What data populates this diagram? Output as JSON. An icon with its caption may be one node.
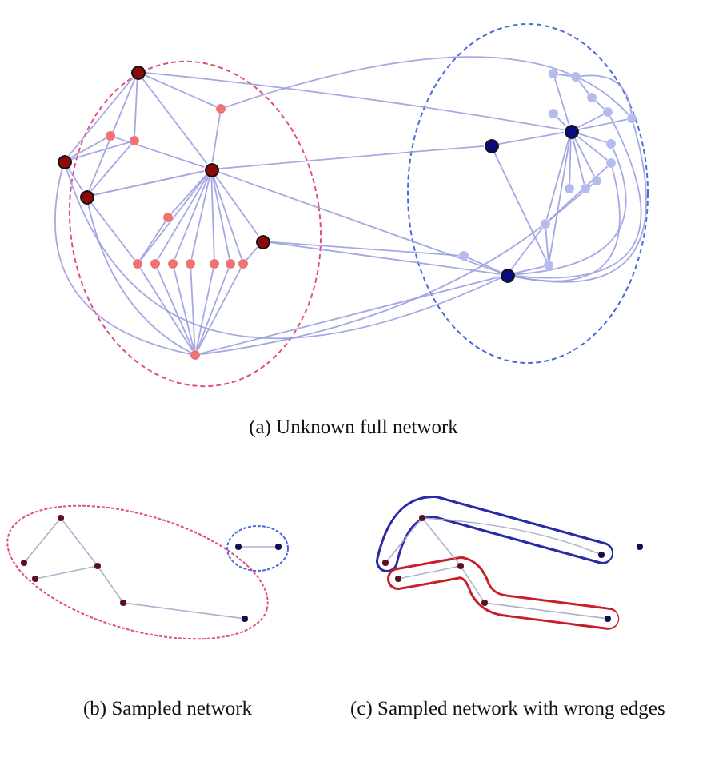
{
  "diagram": {
    "nodes": [
      {
        "text": [],
        "shape": "circle"
      },
      {
        "text": [],
        "shape": "circle"
      },
      {
        "text": [],
        "shape": "circle"
      },
      {
        "text": [],
        "shape": "circle"
      },
      {
        "text": [],
        "shape": "circle"
      },
      {
        "text": [],
        "shape": "circle"
      },
      {
        "text": [],
        "shape": "circle"
      },
      {
        "text": [],
        "shape": "circle"
      },
      {
        "text": [],
        "shape": "circle"
      },
      {
        "text": [],
        "shape": "circle"
      },
      {
        "text": [],
        "shape": "circle"
      },
      {
        "text": [],
        "shape": "circle"
      },
      {
        "text": [],
        "shape": "circle"
      },
      {
        "text": [],
        "shape": "circle"
      },
      {
        "text": [],
        "shape": "circle"
      },
      {
        "text": [],
        "shape": "circle"
      },
      {
        "text": [],
        "shape": "circle"
      },
      {
        "text": [],
        "shape": "circle"
      },
      {
        "text": [],
        "shape": "circle"
      },
      {
        "text": [],
        "shape": "circle"
      },
      {
        "text": [],
        "shape": "circle"
      },
      {
        "text": [],
        "shape": "circle"
      },
      {
        "text": [],
        "shape": "circle"
      },
      {
        "text": [],
        "shape": "circle"
      },
      {
        "text": [],
        "shape": "circle"
      },
      {
        "text": [],
        "shape": "circle"
      },
      {
        "text": [],
        "shape": "circle"
      },
      {
        "text": [],
        "shape": "circle"
      },
      {
        "text": [],
        "shape": "circle"
      },
      {
        "text": [],
        "shape": "circle"
      },
      {
        "text": [],
        "shape": "circle"
      },
      {
        "text": [],
        "shape": "circle"
      },
      {
        "text": [],
        "shape": "circle"
      },
      {
        "text": [],
        "shape": "circle"
      },
      {
        "text": [],
        "shape": "circle"
      },
      {
        "text": [],
        "shape": "circle"
      },
      {
        "text": [],
        "shape": "circle"
      },
      {
        "text": [],
        "shape": "circle"
      },
      {
        "text": [],
        "shape": "circle"
      },
      {
        "text": [],
        "shape": "circle"
      },
      {
        "text": [],
        "shape": "circle"
      },
      {
        "text": [],
        "shape": "circle"
      },
      {
        "text": [],
        "shape": "circle"
      },
      {
        "text": [],
        "shape": "circle"
      },
      {
        "text": [],
        "shape": "circle"
      },
      {
        "text": [],
        "shape": "circle"
      },
      {
        "text": [],
        "shape": "circle"
      },
      {
        "text": [],
        "shape": "circle"
      },
      {
        "text": [],
        "shape": "circle"
      },
      {
        "text": [],
        "shape": "circle"
      }
    ],
    "edges": [
      {
        "from": 0,
        "to": 4,
        "arrow": "none"
      },
      {
        "from": 0,
        "to": 6,
        "arrow": "none"
      },
      {
        "from": 0,
        "to": 5,
        "arrow": "none"
      },
      {
        "from": 0,
        "to": 1,
        "arrow": "none"
      },
      {
        "from": 0,
        "to": 3,
        "arrow": "none"
      },
      {
        "from": 0,
        "to": 23,
        "arrow": "none"
      },
      {
        "from": 2,
        "to": 4,
        "arrow": "none"
      },
      {
        "from": 2,
        "to": 5,
        "arrow": "none"
      },
      {
        "from": 3,
        "to": 4,
        "arrow": "none"
      },
      {
        "from": 3,
        "to": 6,
        "arrow": "none"
      },
      {
        "from": 4,
        "to": 6,
        "arrow": "none"
      },
      {
        "from": 6,
        "to": 5,
        "arrow": "none"
      },
      {
        "from": 1,
        "to": 5,
        "arrow": "none"
      },
      {
        "from": 1,
        "to": 22,
        "arrow": "none"
      },
      {
        "from": 5,
        "to": 9,
        "arrow": "none"
      },
      {
        "from": 5,
        "to": 10,
        "arrow": "none"
      },
      {
        "from": 5,
        "to": 11,
        "arrow": "none"
      },
      {
        "from": 5,
        "to": 12,
        "arrow": "none"
      },
      {
        "from": 5,
        "to": 13,
        "arrow": "none"
      },
      {
        "from": 5,
        "to": 14,
        "arrow": "none"
      },
      {
        "from": 5,
        "to": 15,
        "arrow": "none"
      },
      {
        "from": 5,
        "to": 7,
        "arrow": "none"
      },
      {
        "from": 5,
        "to": 8,
        "arrow": "none"
      },
      {
        "from": 5,
        "to": 24,
        "arrow": "none"
      },
      {
        "from": 5,
        "to": 33,
        "arrow": "none"
      },
      {
        "from": 7,
        "to": 9,
        "arrow": "none"
      },
      {
        "from": 6,
        "to": 9,
        "arrow": "none"
      },
      {
        "from": 9,
        "to": 16,
        "arrow": "none"
      },
      {
        "from": 10,
        "to": 16,
        "arrow": "none"
      },
      {
        "from": 11,
        "to": 16,
        "arrow": "none"
      },
      {
        "from": 12,
        "to": 16,
        "arrow": "none"
      },
      {
        "from": 13,
        "to": 16,
        "arrow": "none"
      },
      {
        "from": 14,
        "to": 16,
        "arrow": "none"
      },
      {
        "from": 15,
        "to": 16,
        "arrow": "none"
      },
      {
        "from": 8,
        "to": 15,
        "arrow": "none"
      },
      {
        "from": 8,
        "to": 31,
        "arrow": "none"
      },
      {
        "from": 8,
        "to": 33,
        "arrow": "none"
      },
      {
        "from": 16,
        "to": 33,
        "arrow": "none"
      },
      {
        "from": 16,
        "to": 30,
        "arrow": "none"
      },
      {
        "from": 4,
        "to": 16,
        "arrow": "none"
      },
      {
        "from": 4,
        "to": 33,
        "arrow": "none"
      },
      {
        "from": 6,
        "to": 16,
        "arrow": "none"
      },
      {
        "from": 24,
        "to": 23,
        "arrow": "none"
      },
      {
        "from": 24,
        "to": 32,
        "arrow": "none"
      },
      {
        "from": 23,
        "to": 17,
        "arrow": "none"
      },
      {
        "from": 23,
        "to": 20,
        "arrow": "none"
      },
      {
        "from": 17,
        "to": 18,
        "arrow": "none"
      },
      {
        "from": 18,
        "to": 19,
        "arrow": "none"
      },
      {
        "from": 19,
        "to": 21,
        "arrow": "none"
      },
      {
        "from": 18,
        "to": 22,
        "arrow": "none"
      },
      {
        "from": 23,
        "to": 21,
        "arrow": "none"
      },
      {
        "from": 23,
        "to": 22,
        "arrow": "none"
      },
      {
        "from": 23,
        "to": 25,
        "arrow": "none"
      },
      {
        "from": 23,
        "to": 26,
        "arrow": "none"
      },
      {
        "from": 23,
        "to": 27,
        "arrow": "none"
      },
      {
        "from": 23,
        "to": 28,
        "arrow": "none"
      },
      {
        "from": 23,
        "to": 29,
        "arrow": "none"
      },
      {
        "from": 23,
        "to": 30,
        "arrow": "none"
      },
      {
        "from": 23,
        "to": 32,
        "arrow": "none"
      },
      {
        "from": 30,
        "to": 26,
        "arrow": "none"
      },
      {
        "from": 30,
        "to": 27,
        "arrow": "none"
      },
      {
        "from": 32,
        "to": 30,
        "arrow": "none"
      },
      {
        "from": 33,
        "to": 30,
        "arrow": "none"
      },
      {
        "from": 33,
        "to": 31,
        "arrow": "none"
      },
      {
        "from": 33,
        "to": 32,
        "arrow": "none"
      },
      {
        "from": 33,
        "to": 25,
        "arrow": "none"
      },
      {
        "from": 33,
        "to": 26,
        "arrow": "none"
      },
      {
        "from": 33,
        "to": 22,
        "arrow": "none"
      },
      {
        "from": 33,
        "to": 21,
        "arrow": "none"
      },
      {
        "from": 34,
        "to": 37,
        "arrow": "none"
      },
      {
        "from": 34,
        "to": 38,
        "arrow": "none"
      },
      {
        "from": 39,
        "to": 38,
        "arrow": "none"
      },
      {
        "from": 38,
        "to": 40,
        "arrow": "none"
      },
      {
        "from": 40,
        "to": 41,
        "arrow": "none"
      },
      {
        "from": 35,
        "to": 36,
        "arrow": "none"
      },
      {
        "from": 42,
        "to": 45,
        "arrow": "none"
      },
      {
        "from": 42,
        "to": 46,
        "arrow": "none"
      },
      {
        "from": 47,
        "to": 46,
        "arrow": "none"
      },
      {
        "from": 46,
        "to": 48,
        "arrow": "none"
      },
      {
        "from": 48,
        "to": 49,
        "arrow": "none"
      },
      {
        "from": 42,
        "to": 43,
        "arrow": "none"
      }
    ],
    "labels": [
      "(a) Unknown full network",
      "(b) Sampled network",
      "(c) Sampled network with wrong edges"
    ]
  }
}
